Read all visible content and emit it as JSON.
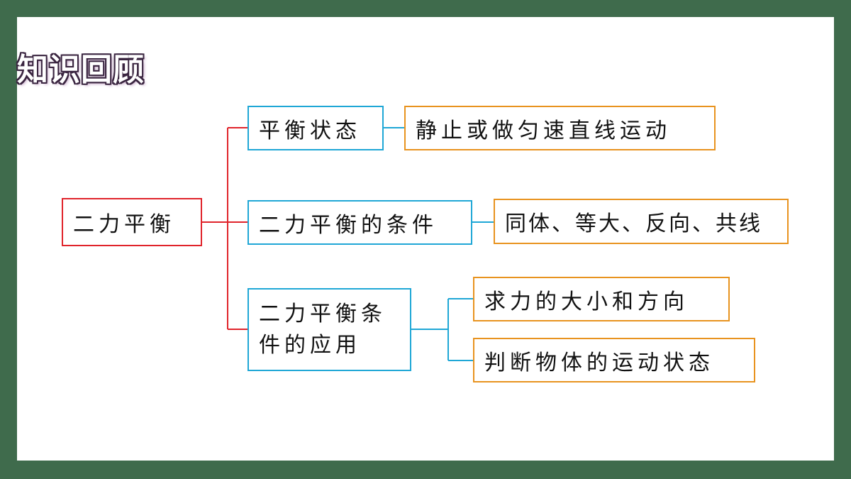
{
  "title": "知识回顾",
  "root": {
    "label": "二力平衡"
  },
  "branches": [
    {
      "label": "平衡状态",
      "details": [
        "静止或做匀速直线运动"
      ]
    },
    {
      "label": "二力平衡的条件",
      "details": [
        "同体、等大、反向、共线"
      ]
    },
    {
      "label": "二力平衡条件的应用",
      "details": [
        "求力的大小和方向",
        "判断物体的运动状态"
      ]
    }
  ],
  "colors": {
    "frame": "#3f6b4c",
    "root_border": "#e0242b",
    "branch_border": "#1fa7d6",
    "detail_border": "#e8931f"
  }
}
